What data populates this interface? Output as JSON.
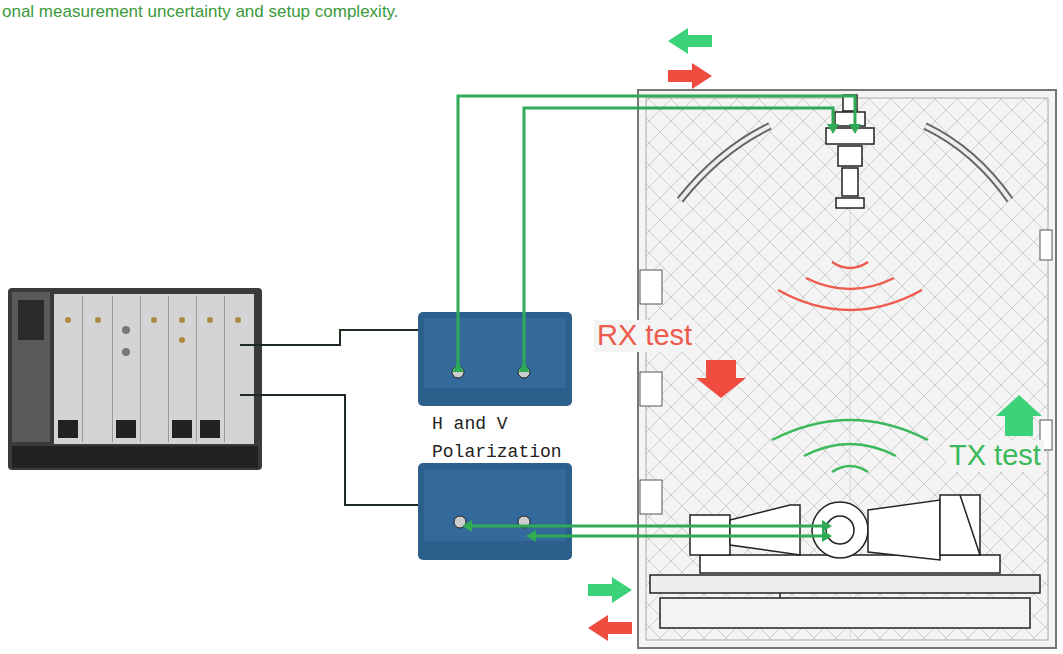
{
  "diagram": {
    "labels": [
      "onal measurement uncertainty and setup complexity.",
      "RX test",
      "H and V Polarization",
      "TX test"
    ]
  }
}
